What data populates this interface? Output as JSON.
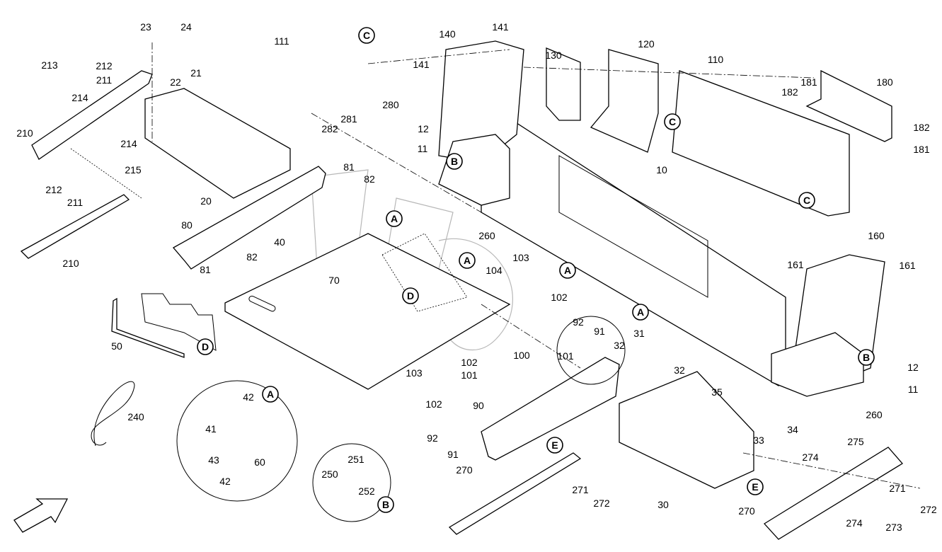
{
  "diagram": {
    "type": "exploded-parts-diagram",
    "part_labels": [
      "23",
      "24",
      "111",
      "140",
      "141",
      "130",
      "120",
      "110",
      "182",
      "181",
      "180",
      "212",
      "213",
      "214",
      "211",
      "22",
      "21",
      "141",
      "280",
      "282",
      "281",
      "12",
      "11",
      "182",
      "181",
      "210",
      "214",
      "215",
      "20",
      "81",
      "82",
      "10",
      "212",
      "211",
      "80",
      "210",
      "40",
      "260",
      "160",
      "82",
      "81",
      "103",
      "104",
      "161",
      "161",
      "70",
      "102",
      "92",
      "91",
      "31",
      "32",
      "50",
      "102",
      "101",
      "100",
      "101",
      "12",
      "103",
      "102",
      "32",
      "35",
      "11",
      "42",
      "240",
      "41",
      "260",
      "90",
      "34",
      "92",
      "91",
      "33",
      "275",
      "43",
      "60",
      "274",
      "251",
      "42",
      "250",
      "252",
      "271",
      "272",
      "30",
      "271",
      "272",
      "274",
      "273",
      "270",
      "270"
    ],
    "callout_letters": [
      "C",
      "B",
      "C",
      "C",
      "A",
      "A",
      "A",
      "D",
      "A",
      "D",
      "B",
      "A",
      "E",
      "B",
      "E"
    ],
    "corner_mark": "",
    "orientation_arrow": "front-arrow-icon"
  }
}
